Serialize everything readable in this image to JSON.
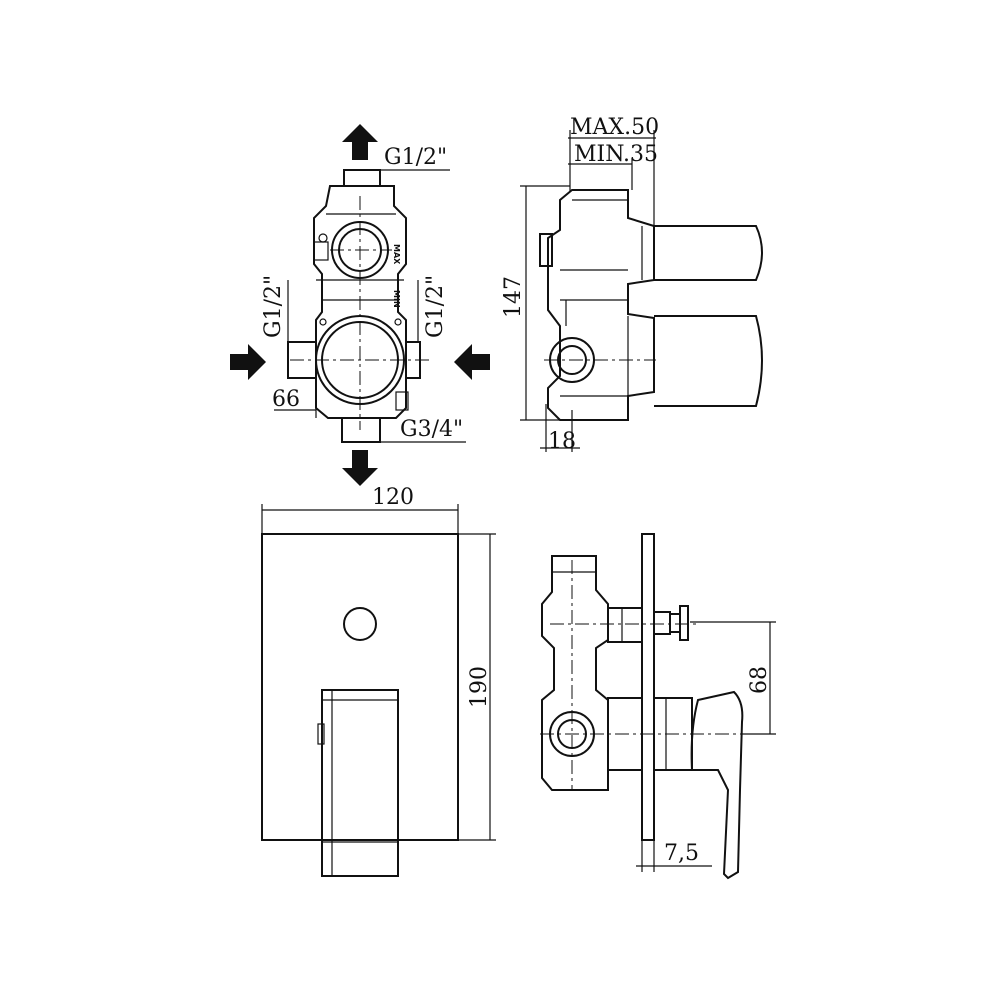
{
  "front_view": {
    "thread_top": "G1/2\"",
    "thread_left": "G1/2\"",
    "thread_right": "G1/2\"",
    "thread_bottom": "G3/4\"",
    "dim_bottom_left": "66",
    "mark_max": "MAX",
    "mark_min": "MIN"
  },
  "side_view": {
    "dim_max": "MAX.50",
    "dim_min": "MIN.35",
    "dim_height": "147",
    "dim_base": "18"
  },
  "plate_view": {
    "dim_width": "120",
    "dim_height": "190"
  },
  "assembly_view": {
    "dim_offset": "68",
    "dim_plate": "7,5"
  }
}
